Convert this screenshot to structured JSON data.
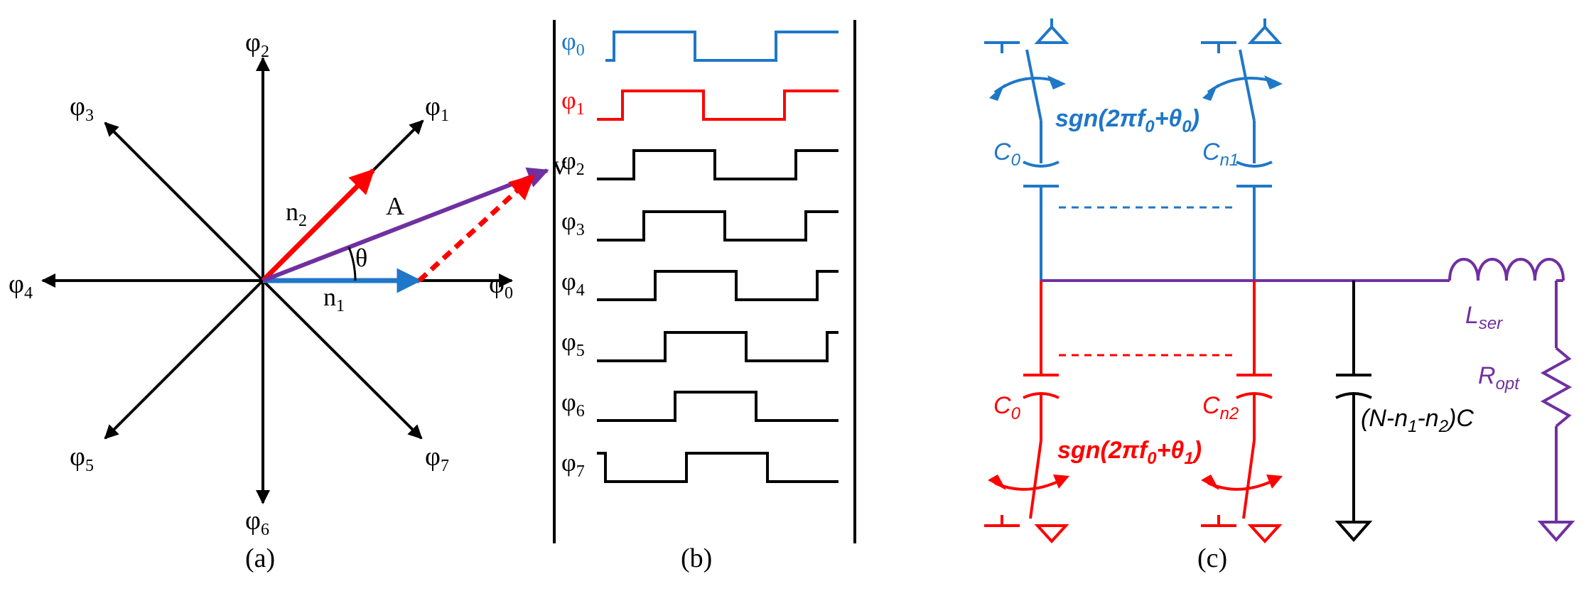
{
  "colors": {
    "black": "#000000",
    "blue": "#1f77c8",
    "red": "#ff0000",
    "purple": "#7030a0"
  },
  "panel_a": {
    "caption": "(a)",
    "phase_symbol": "φ",
    "phase_indices": [
      "0",
      "1",
      "2",
      "3",
      "4",
      "5",
      "6",
      "7"
    ],
    "n1_label": "n",
    "n1_sub": "1",
    "n2_label": "n",
    "n2_sub": "2",
    "A_label": "A",
    "theta_label": "θ",
    "v_label": "v"
  },
  "panel_b": {
    "caption": "(b)",
    "phase_symbol": "φ",
    "phase_indices": [
      "0",
      "1",
      "2",
      "3",
      "4",
      "5",
      "6",
      "7"
    ]
  },
  "panel_c": {
    "caption": "(c)",
    "blue_control": "sgn(2πf",
    "blue_control_sub": "0",
    "blue_control_mid": "+θ",
    "blue_control_sub2": "0",
    "blue_control_end": ")",
    "red_control": "sgn(2πf",
    "red_control_sub": "0",
    "red_control_mid": "+θ",
    "red_control_sub2": "1",
    "red_control_end": ")",
    "C0_blue": "C",
    "C0_blue_sub": "0",
    "Cn1": "C",
    "Cn1_sub": "n1",
    "C0_red": "C",
    "C0_red_sub": "0",
    "Cn2": "C",
    "Cn2_sub": "n2",
    "shunt_cap_a": "(N-n",
    "shunt_cap_sub1": "1",
    "shunt_cap_b": "-n",
    "shunt_cap_sub2": "2",
    "shunt_cap_c": ")C",
    "Lser": "L",
    "Lser_sub": "ser",
    "Ropt": "R",
    "Ropt_sub": "opt"
  }
}
